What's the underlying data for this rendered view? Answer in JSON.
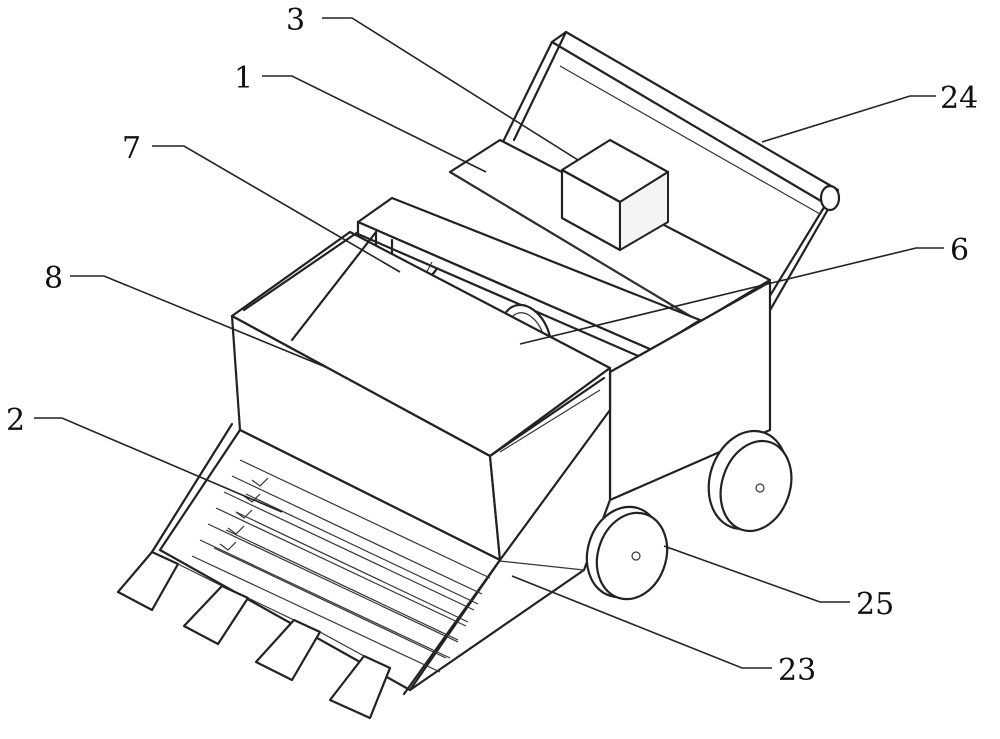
{
  "labels": {
    "l1": "1",
    "l2": "2",
    "l3": "3",
    "l6": "6",
    "l7": "7",
    "l8": "8",
    "l23": "23",
    "l24": "24",
    "l25": "25"
  }
}
